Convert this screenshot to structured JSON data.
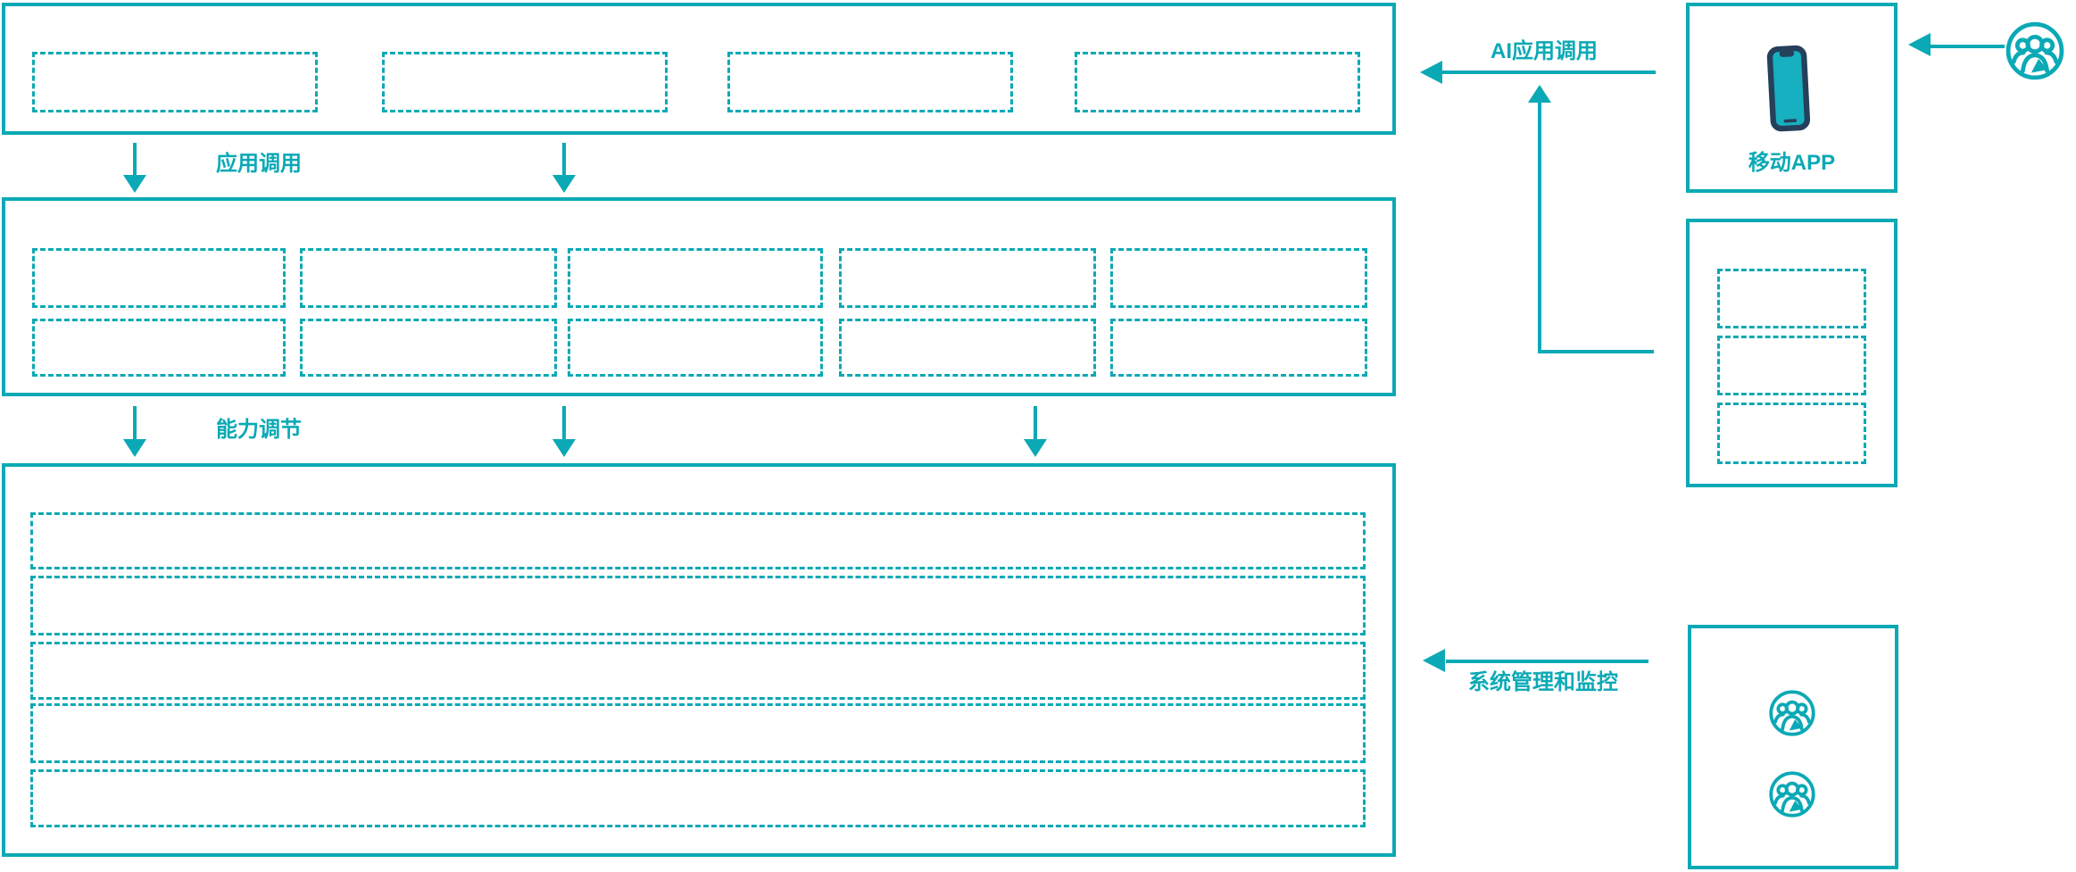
{
  "colors": {
    "accent": "#0BA9B5",
    "dark": "#24405A",
    "screen": "#17B0C0"
  },
  "labels": {
    "app_call": "应用调用",
    "capability_adjust": "能力调节",
    "ai_app_call": "AI应用调用",
    "system_monitor": "系统管理和监控",
    "mobile_app": "移动APP"
  },
  "icons": {
    "phone": "phone-icon",
    "user_group": "user-group-icon"
  }
}
